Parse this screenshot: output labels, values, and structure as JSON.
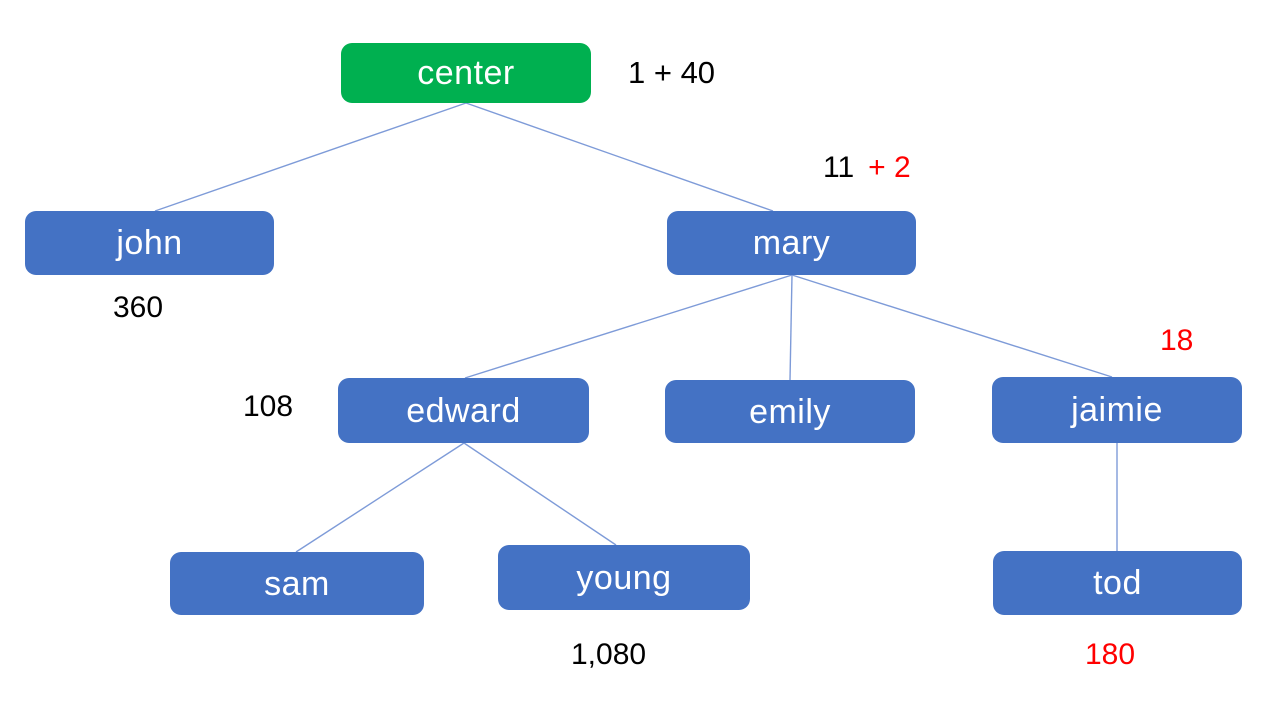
{
  "diagram": {
    "background": "#ffffff",
    "colors": {
      "root_fill": "#00b050",
      "node_fill": "#4472c4",
      "node_text": "#ffffff",
      "connector": "#7e9bd8",
      "note_default": "#000000",
      "note_highlight": "#ff0000"
    },
    "nodes": {
      "center": {
        "label": "center"
      },
      "john": {
        "label": "john"
      },
      "mary": {
        "label": "mary"
      },
      "edward": {
        "label": "edward"
      },
      "emily": {
        "label": "emily"
      },
      "jaimie": {
        "label": "jaimie"
      },
      "sam": {
        "label": "sam"
      },
      "young": {
        "label": "young"
      },
      "tod": {
        "label": "tod"
      }
    },
    "edges": [
      {
        "from": "center",
        "to": "john"
      },
      {
        "from": "center",
        "to": "mary"
      },
      {
        "from": "mary",
        "to": "edward"
      },
      {
        "from": "mary",
        "to": "emily"
      },
      {
        "from": "mary",
        "to": "jaimie"
      },
      {
        "from": "edward",
        "to": "sam"
      },
      {
        "from": "edward",
        "to": "young"
      },
      {
        "from": "jaimie",
        "to": "tod"
      }
    ],
    "notes": {
      "center_right": "1 + 40",
      "mary_above_black": "11",
      "mary_above_red": "+ 2",
      "john_below": "360",
      "edward_left": "108",
      "jaimie_above": "18",
      "young_below": "1,080",
      "tod_below": "180"
    }
  }
}
